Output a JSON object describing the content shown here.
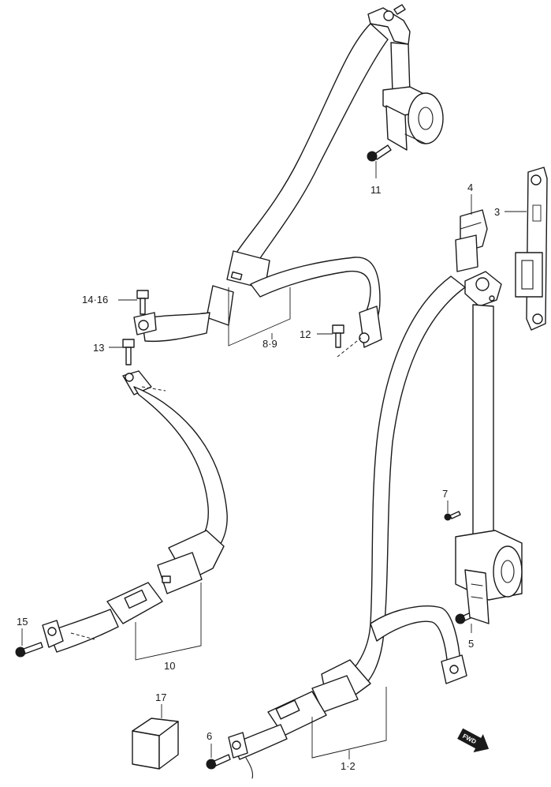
{
  "callouts": {
    "c1_2": "1·2",
    "c3": "3",
    "c4": "4",
    "c5": "5",
    "c6": "6",
    "c7": "7",
    "c8_9": "8·9",
    "c10": "10",
    "c11": "11",
    "c12": "12",
    "c13": "13",
    "c14_16": "14·16",
    "c15": "15",
    "c17": "17"
  },
  "forward_arrow": {
    "label": "FWD"
  }
}
